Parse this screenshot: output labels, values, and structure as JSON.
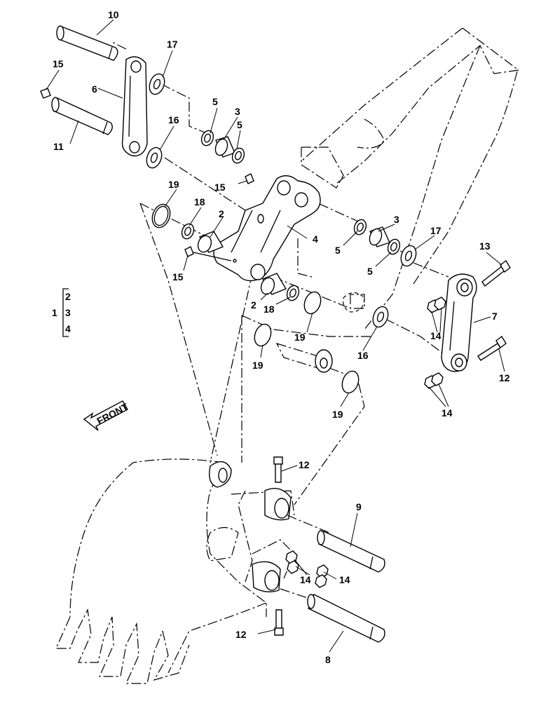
{
  "callouts": {
    "c1": "1",
    "c2": "2",
    "c3": "3",
    "c4": "4",
    "c5": "5",
    "c6": "6",
    "c7": "7",
    "c8": "8",
    "c9": "9",
    "c10": "10",
    "c11": "11",
    "c12": "12",
    "c13": "13",
    "c14": "14",
    "c15": "15",
    "c16": "16",
    "c17": "17",
    "c18": "18",
    "c19": "19"
  },
  "direction_label": "FRONT"
}
